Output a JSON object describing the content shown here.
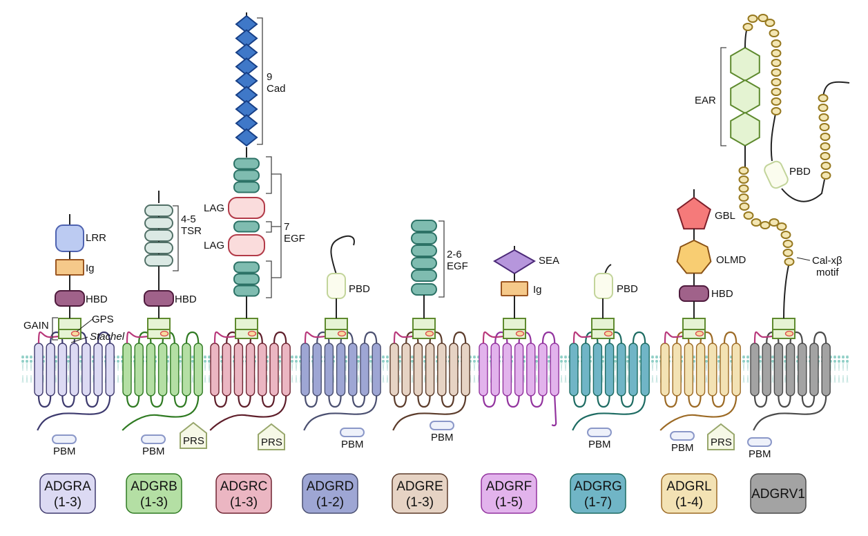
{
  "title": "Adhesion GPCR subfamilies domain architecture",
  "colors": {
    "membrane": "#8fcfc6",
    "stachel": "#b8377a",
    "gain_fill": "#e6f3d4",
    "gain_stroke": "#5e8a2e",
    "gps_fill": "#f8dba0",
    "gps_stroke": "#d9454a",
    "stalk": "#222222",
    "bracket": "#444444",
    "pbm_fill": "#eef1fa",
    "pbm_stroke": "#8a97c8",
    "prs_fill": "#f6f8e6",
    "prs_stroke": "#97a66b",
    "pbd_fill": "#fbfcee",
    "pbd_stroke": "#c2d49a"
  },
  "labels": {
    "gain": "GAIN",
    "gps": "GPS",
    "stachel": "Stachel",
    "lrr": "LRR",
    "ig": "Ig",
    "hbd": "HBD",
    "tsr_count": "4-5",
    "tsr": "TSR",
    "cad_count": "9",
    "cad": "Cad",
    "lag": "LAG",
    "egf7_count": "7",
    "egf": "EGF",
    "pbd": "PBD",
    "egf26_count": "2-6",
    "sea": "SEA",
    "gbl": "GBL",
    "olmd": "OLMD",
    "ear": "EAR",
    "calx_line1": "Cal-xβ",
    "calx_line2": "motif",
    "pbm": "PBM",
    "prs": "PRS"
  },
  "families": [
    {
      "name": "ADGRA",
      "members": "(1-3)",
      "fill": "#dcdaf3",
      "stroke": "#3f3a6e",
      "loop": "#3d3a6e",
      "has_pbm": true,
      "has_prs": false
    },
    {
      "name": "ADGRB",
      "members": "(1-3)",
      "fill": "#b4dfa4",
      "stroke": "#2f7a22",
      "loop": "#2f7a22",
      "has_pbm": true,
      "has_prs": true
    },
    {
      "name": "ADGRC",
      "members": "(1-3)",
      "fill": "#ebb6c2",
      "stroke": "#6e2431",
      "loop": "#5e1e2a",
      "has_pbm": false,
      "has_prs": true
    },
    {
      "name": "ADGRD",
      "members": "(1-2)",
      "fill": "#9ea6d4",
      "stroke": "#4a4f70",
      "loop": "#4a4f70",
      "has_pbm": true,
      "has_prs": false
    },
    {
      "name": "ADGRE",
      "members": "(1-3)",
      "fill": "#e6d3c4",
      "stroke": "#5b3b2a",
      "loop": "#5b3b2a",
      "has_pbm": true,
      "has_prs": false
    },
    {
      "name": "ADGRF",
      "members": "(1-5)",
      "fill": "#e2b3ec",
      "stroke": "#92339e",
      "loop": "#92339e",
      "has_pbm": false,
      "has_prs": false
    },
    {
      "name": "ADGRG",
      "members": "(1-7)",
      "fill": "#70b5c6",
      "stroke": "#1d6b62",
      "loop": "#1d6b62",
      "has_pbm": true,
      "has_prs": false
    },
    {
      "name": "ADGRL",
      "members": "(1-4)",
      "fill": "#f3e2b4",
      "stroke": "#9c6a25",
      "loop": "#9c6a25",
      "has_pbm": true,
      "has_prs": true
    },
    {
      "name": "ADGRV1",
      "members": "",
      "fill": "#a3a3a3",
      "stroke": "#4a4a4a",
      "loop": "#4a4a4a",
      "has_pbm": true,
      "has_prs": false
    }
  ],
  "domain_colors": {
    "lrr": {
      "fill": "#bccbf2",
      "stroke": "#4e62b0"
    },
    "ig": {
      "fill": "#f5c98a",
      "stroke": "#9a5520"
    },
    "hbd": {
      "fill": "#a0628a",
      "stroke": "#4e1a3c"
    },
    "tsr": {
      "fill": "#dbe9e4",
      "stroke": "#506f66"
    },
    "cad": {
      "fill": "#3f78c8",
      "stroke": "#173f86"
    },
    "egf": {
      "fill": "#7fbcb0",
      "stroke": "#2c7266"
    },
    "lag": {
      "fill": "#fadcdc",
      "stroke": "#b23a48"
    },
    "sea": {
      "fill": "#b696dc",
      "stroke": "#4c2a78"
    },
    "gbl": {
      "fill": "#f57a7a",
      "stroke": "#7e1f2a"
    },
    "olmd": {
      "fill": "#f8cd72",
      "stroke": "#8a5216"
    },
    "ear": {
      "fill": "#e4f3d2",
      "stroke": "#5e8a2e"
    },
    "calx": {
      "fill": "#f3e6b3",
      "stroke": "#96781f"
    }
  }
}
